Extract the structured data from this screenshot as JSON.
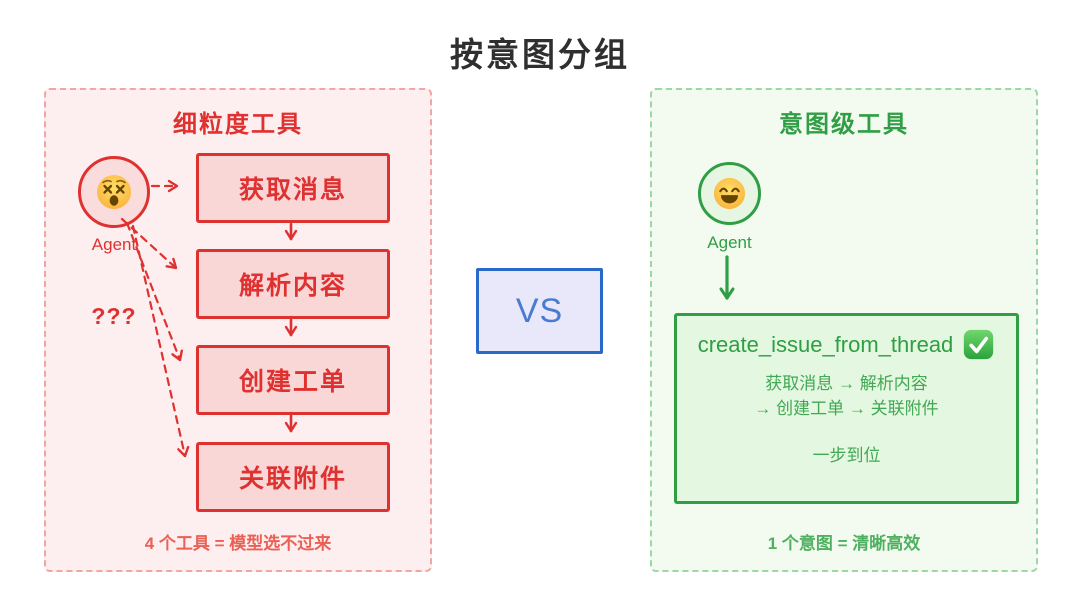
{
  "title": "按意图分组",
  "vs_label": "VS",
  "colors": {
    "red": "#E03131",
    "red_box_fill": "#FAD7D7",
    "red_panel_bg": "#FDEFEF",
    "green": "#2F9E44",
    "green_box_fill": "#E4F7E0",
    "green_panel_bg": "#F3FBF0",
    "blue": "#2A69C8",
    "blue_fill": "#E9E8FB",
    "title_text": "#2F2F2F"
  },
  "left_panel": {
    "title": "细粒度工具",
    "agent_label": "Agent",
    "agent_icon": "dizzy-face-emoji",
    "agent_emoji_char": "😵",
    "question_marks": "???",
    "boxes": [
      {
        "label": "获取消息"
      },
      {
        "label": "解析内容"
      },
      {
        "label": "创建工单"
      },
      {
        "label": "关联附件"
      }
    ],
    "caption": "4 个工具 = 模型选不过来"
  },
  "right_panel": {
    "title": "意图级工具",
    "agent_label": "Agent",
    "agent_icon": "smiling-face-emoji",
    "agent_emoji_char": "😊",
    "tool_name": "create_issue_from_thread",
    "check_icon": "check-mark-button-emoji",
    "check_emoji_char": "✅",
    "flow_line1": "获取消息 → 解析内容",
    "flow_line2": "→ 创建工单 → 关联附件",
    "summary": "一步到位",
    "caption": "1 个意图 = 清晰高效"
  }
}
